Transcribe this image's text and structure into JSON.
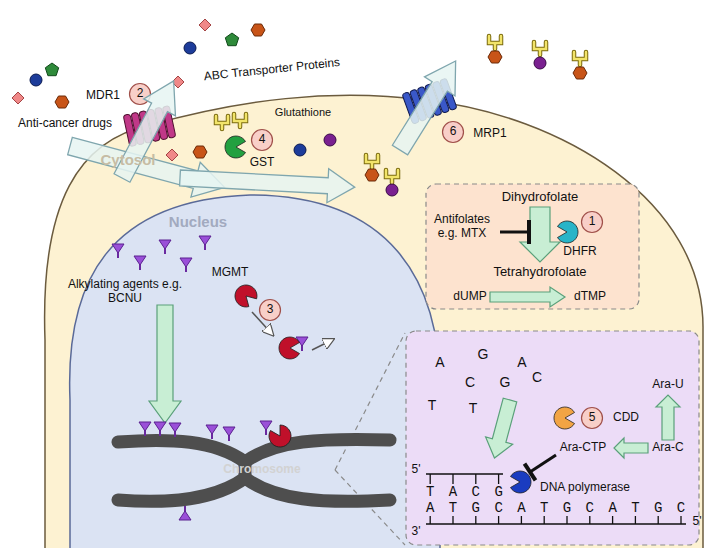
{
  "diagram": {
    "nodes": [
      {
        "text": [
          "Cytosol"
        ]
      },
      {
        "text": [
          "Nucleus"
        ],
        "in": 0
      },
      {
        "text": [
          "Dihydrofolate",
          "Antifolates e.g. MTX",
          "DHFR",
          "Tetrahydrofolate",
          "dUMP",
          "dTMP"
        ],
        "in": 0
      },
      {
        "text": [
          "A",
          "G",
          "A",
          "C",
          "G",
          "C",
          "T",
          "T",
          "Ara-U",
          "CDD",
          "Ara-CTP",
          "Ara-C",
          "5'",
          "T A C G",
          "DNA polymerase",
          "A T G C A T G C A T G C",
          "3'",
          "5'"
        ]
      },
      {
        "text": [
          "2"
        ]
      },
      {
        "text": [
          "4"
        ],
        "in": 0
      },
      {
        "text": [
          "6"
        ],
        "in": 0
      },
      {
        "text": [
          "1"
        ],
        "in": 2
      },
      {
        "text": [
          "3"
        ],
        "in": 1
      },
      {
        "text": [
          "5"
        ],
        "in": 3
      }
    ],
    "labels": [
      "Anti-cancer drugs",
      "MDR1",
      "ABC Transporter Proteins",
      "Glutathione",
      "GST",
      "MRP1",
      "Alkylating agents e.g. BCNU",
      "MGMT",
      "Chromosome"
    ]
  }
}
